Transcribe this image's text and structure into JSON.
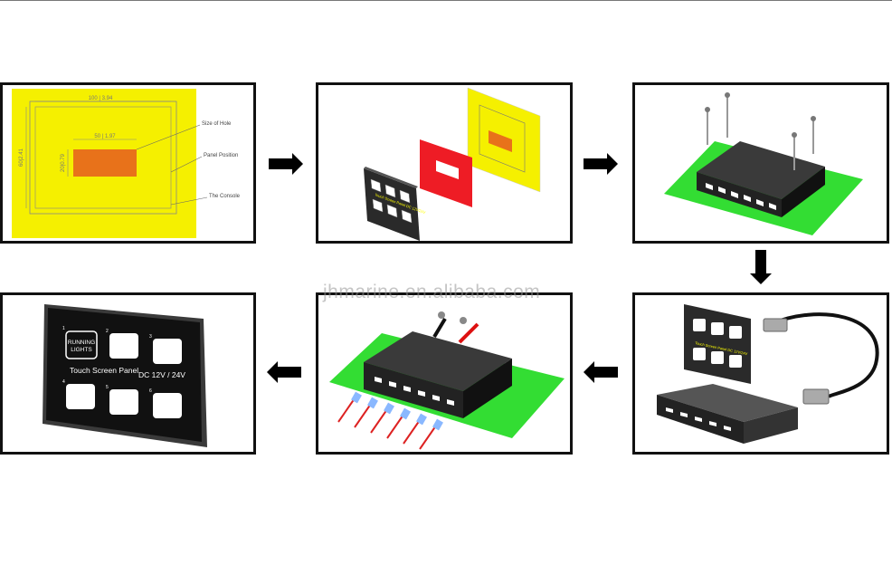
{
  "step1": {
    "dim_top": "100 | 3.94",
    "dim_inner": "50 | 1.97",
    "dim_left": "60|2.41",
    "dim_inner_left": "20|0.79",
    "label_hole": "Size of Hole",
    "label_panel": "Panel Position",
    "label_console": "The Console"
  },
  "step2": {
    "panel_text": "Touch Screen Panel DC 12V/24V"
  },
  "step5": {
    "panel_text": "Touch Screen Panel DC 12V/24V"
  },
  "step6": {
    "button_1_number": "1",
    "button_1_label_line1": "RUNNING",
    "button_1_label_line2": "LIGHTS",
    "button_numbers": [
      "2",
      "3",
      "4",
      "5",
      "6"
    ],
    "panel_title": "Touch Screen Panel",
    "panel_voltage": "DC 12V / 24V"
  },
  "watermark": "jhmarine.en.alibaba.com",
  "colors": {
    "console_yellow": "#f5f000",
    "hole_orange": "#e8721a",
    "gasket_red": "#ee1c25",
    "board_green": "#33dd33",
    "panel_dark": "#2a2a2a"
  }
}
